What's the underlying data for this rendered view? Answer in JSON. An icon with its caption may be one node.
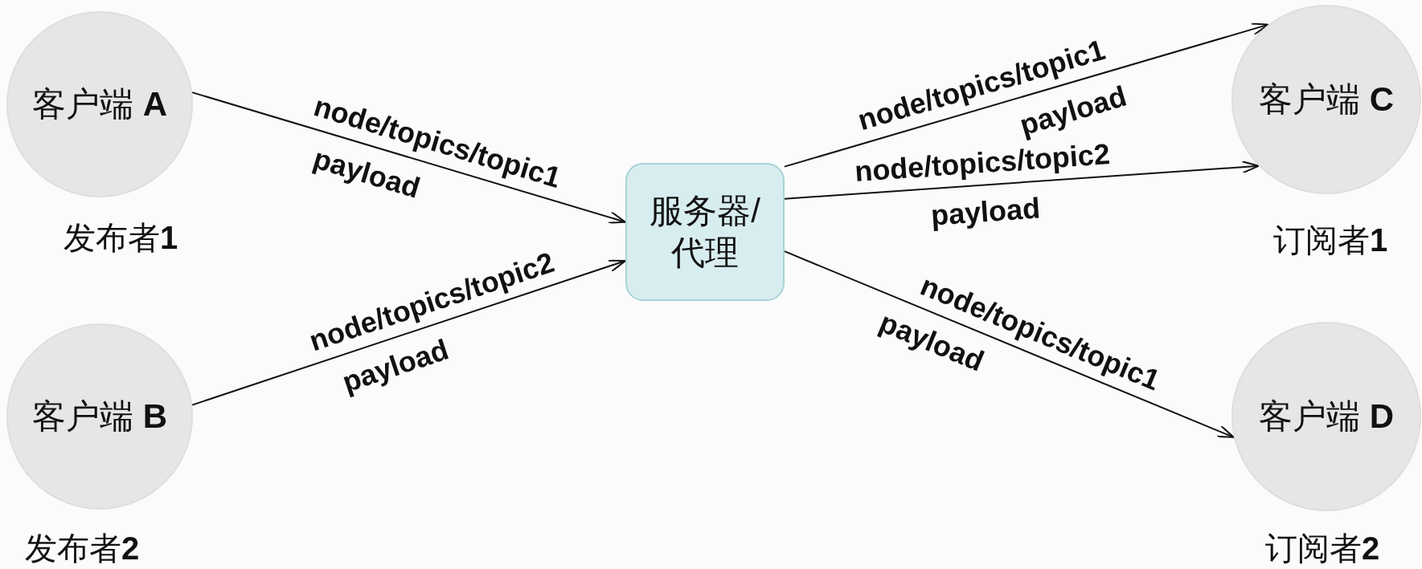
{
  "diagram": {
    "nodes": [
      {
        "text": [
          "客户端 **A**"
        ],
        "beside": [
          "发布者**1**"
        ]
      },
      {
        "text": [
          "客户端 **B**"
        ],
        "beside": [
          "发布者**2**"
        ]
      },
      {
        "text": [
          "服务器/代理"
        ]
      },
      {
        "text": [
          "客户端 **C**"
        ],
        "beside": [
          "订阅者**1**"
        ]
      },
      {
        "text": [
          "客户端 **D**"
        ],
        "beside": [
          "订阅者**2**"
        ]
      }
    ],
    "edges": [
      {
        "from": 0,
        "to": 2,
        "arrow": "to",
        "label": "node/topics/topic1"
      },
      {
        "from": 1,
        "to": 2,
        "arrow": "to",
        "label": "node/topics/topic2"
      },
      {
        "from": 2,
        "to": 3,
        "arrow": "to",
        "label": "node/topics/topic1"
      },
      {
        "from": 2,
        "to": 3,
        "arrow": "to",
        "label": "node/topics/topic2"
      },
      {
        "from": 2,
        "to": 4,
        "arrow": "to",
        "label": "node/topics/topic1"
      }
    ],
    "labels": [
      "payload",
      "payload",
      "payload",
      "payload",
      "payload"
    ]
  }
}
